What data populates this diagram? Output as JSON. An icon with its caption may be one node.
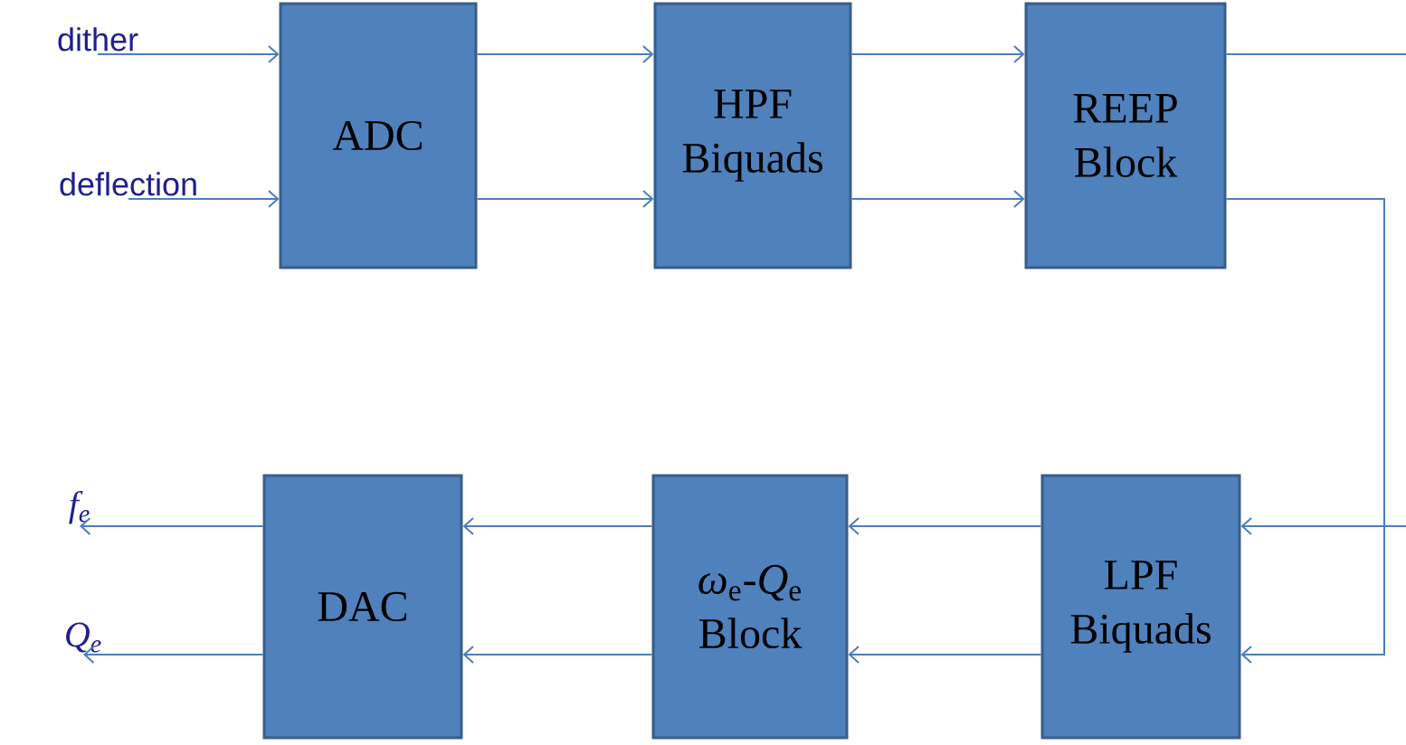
{
  "diagram": {
    "nodes": [
      {
        "text": [
          "dither"
        ]
      },
      {
        "text": [
          "deflection"
        ]
      },
      {
        "text": [
          "ADC"
        ]
      },
      {
        "text": [
          "HPF Biquads"
        ]
      },
      {
        "text": [
          "REEP Block"
        ]
      },
      {
        "text": [
          "LPF Biquads"
        ]
      },
      {
        "text": [
          "*ω*$_{e}$-*Q*$_{e}$ Block"
        ]
      },
      {
        "text": [
          "DAC"
        ]
      },
      {
        "text": [
          "*f*$_{e}$"
        ]
      },
      {
        "text": [
          "*Q*$_{e}$"
        ]
      }
    ],
    "edges": [
      {
        "from": 0,
        "to": 2,
        "arrow": "to"
      },
      {
        "from": 1,
        "to": 2,
        "arrow": "to"
      },
      {
        "from": 2,
        "to": 3,
        "arrow": "to"
      },
      {
        "from": 2,
        "to": 3,
        "arrow": "to"
      },
      {
        "from": 3,
        "to": 4,
        "arrow": "to"
      },
      {
        "from": 3,
        "to": 4,
        "arrow": "to"
      },
      {
        "from": 4,
        "to": null,
        "arrow": "none"
      },
      {
        "from": null,
        "to": 5,
        "arrow": "to"
      },
      {
        "from": 4,
        "to": 5,
        "arrow": "to"
      },
      {
        "from": 5,
        "to": 6,
        "arrow": "to"
      },
      {
        "from": 5,
        "to": 6,
        "arrow": "to"
      },
      {
        "from": 6,
        "to": 7,
        "arrow": "to"
      },
      {
        "from": 6,
        "to": 7,
        "arrow": "to"
      },
      {
        "from": 7,
        "to": 8,
        "arrow": "to"
      },
      {
        "from": 7,
        "to": 9,
        "arrow": "to"
      }
    ]
  }
}
